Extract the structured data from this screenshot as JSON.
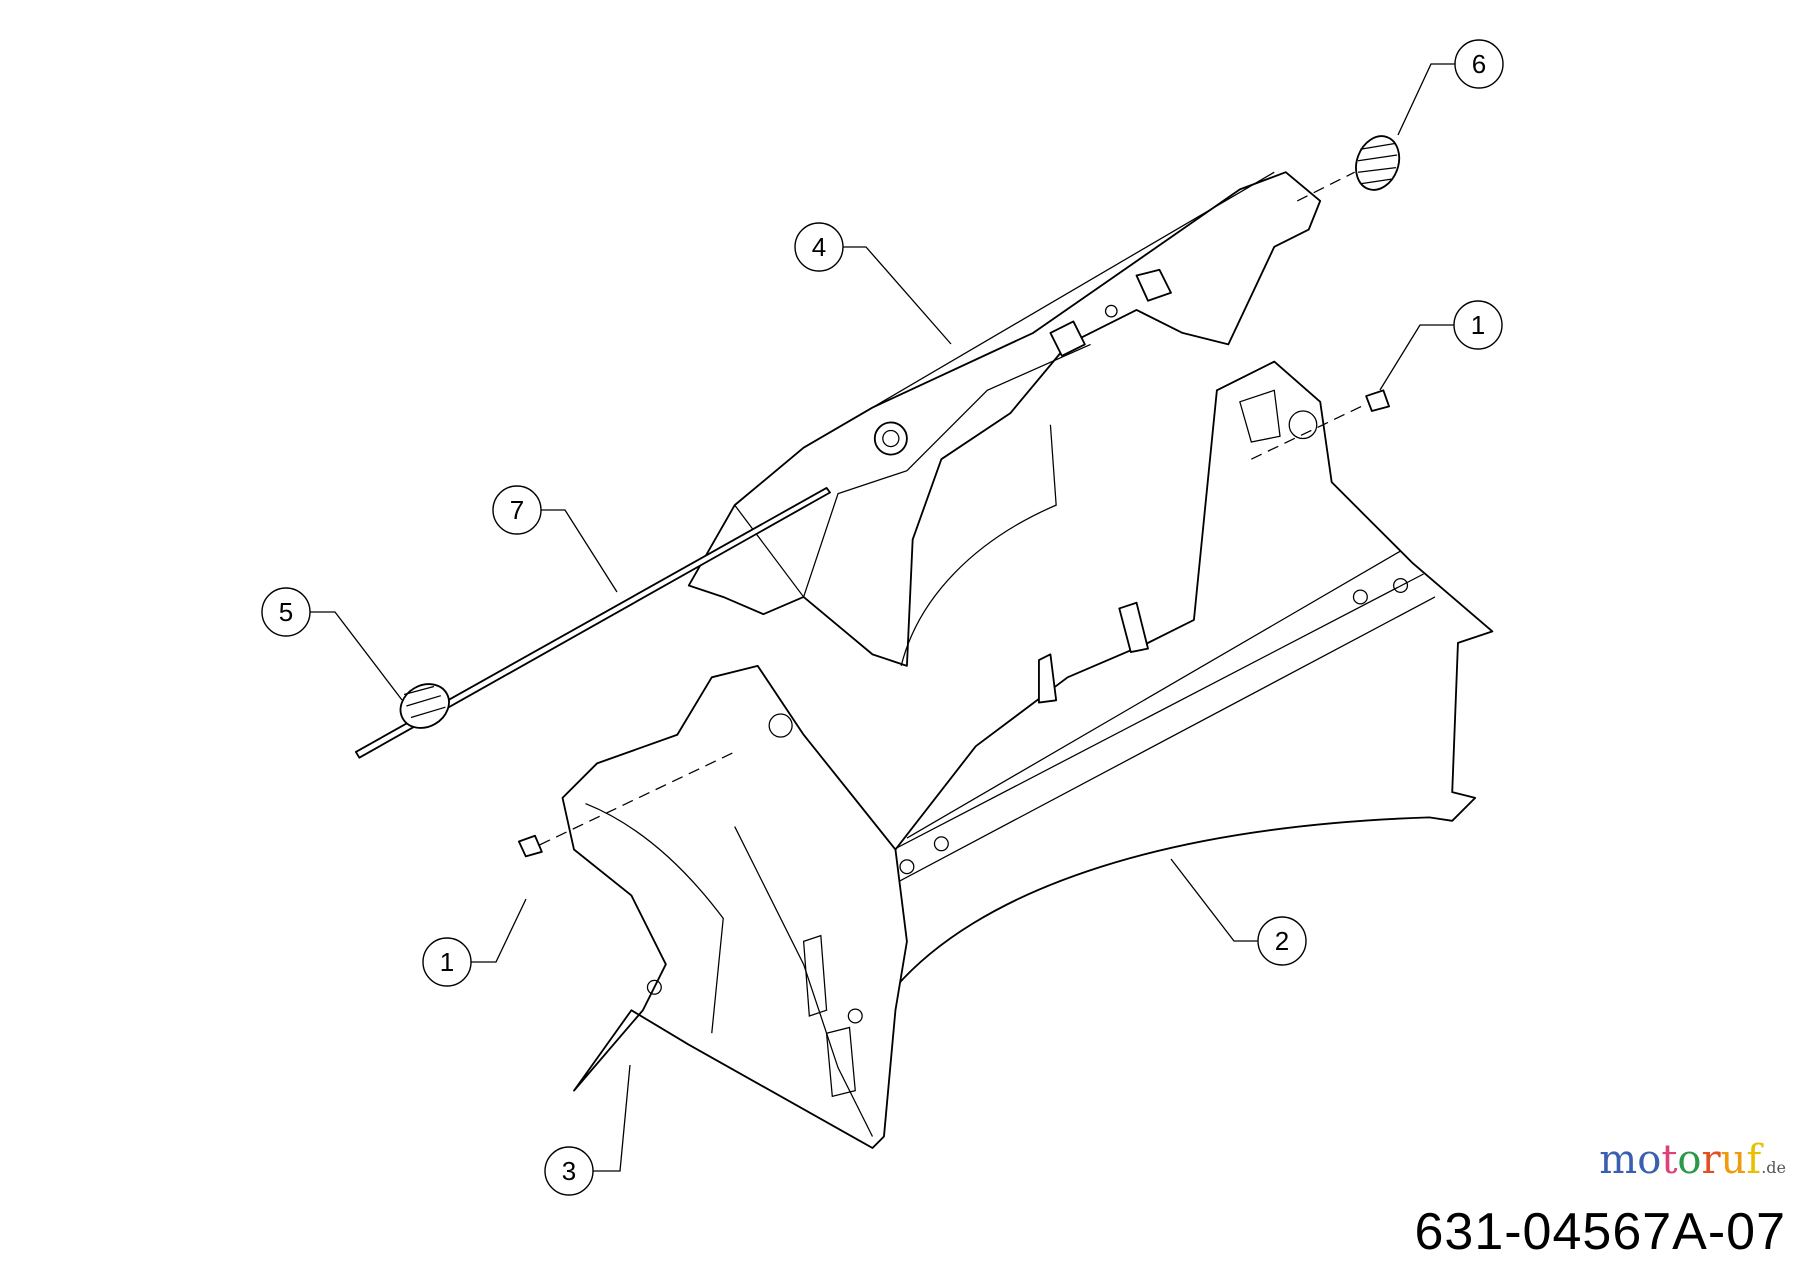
{
  "diagram": {
    "drawing_number": "631-04567A-07",
    "watermark": {
      "letters": [
        "m",
        "o",
        "t",
        "o",
        "r",
        "u",
        "f"
      ],
      "colors": [
        "#3b5fb0",
        "#3b5fb0",
        "#e0407a",
        "#2a9a4a",
        "#e05020",
        "#f09a10",
        "#e8c000"
      ],
      "suffix": ".de"
    },
    "callouts": [
      {
        "label": "6"
      },
      {
        "label": "4"
      },
      {
        "label": "1"
      },
      {
        "label": "7"
      },
      {
        "label": "5"
      },
      {
        "label": "1"
      },
      {
        "label": "2"
      },
      {
        "label": "3"
      }
    ]
  }
}
